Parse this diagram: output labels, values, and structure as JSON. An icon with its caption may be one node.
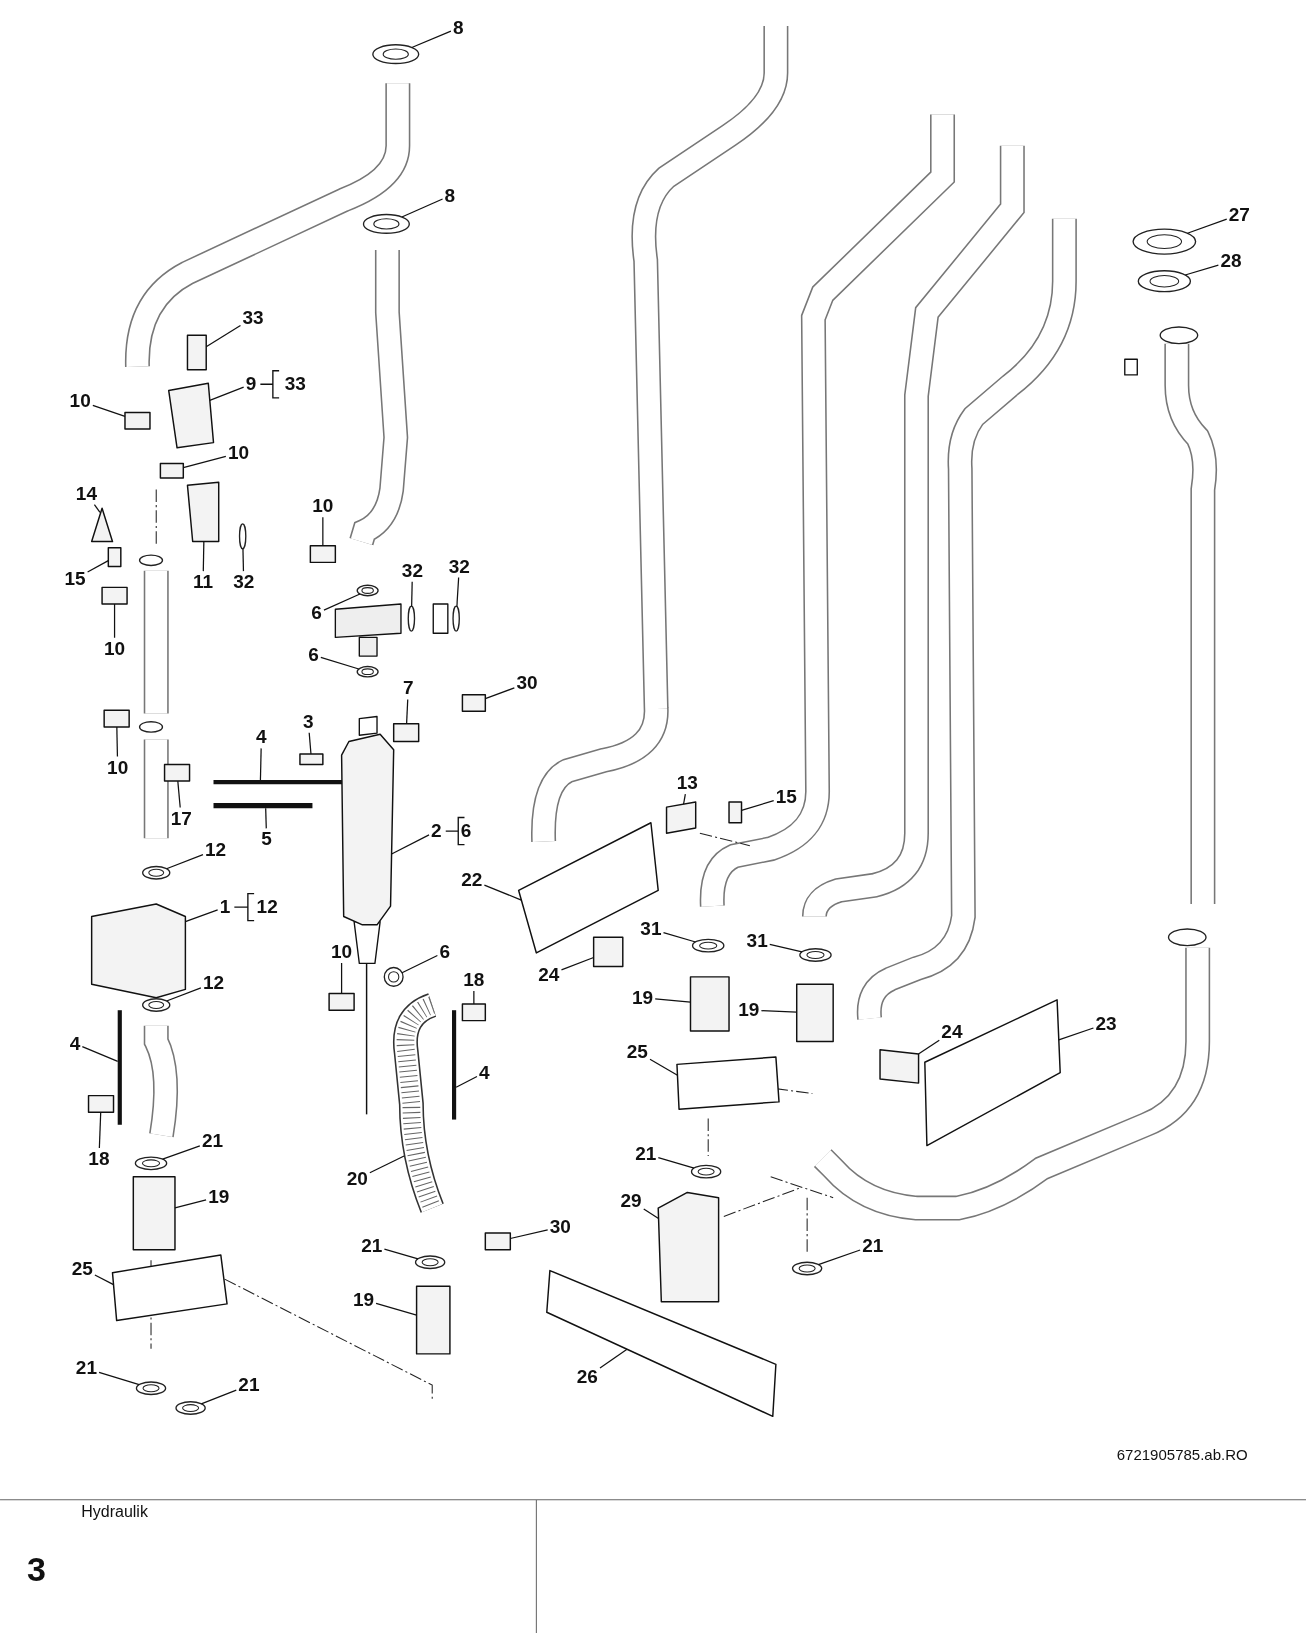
{
  "diagram": {
    "nodes": [
      {
        "text": [
          "8"
        ]
      },
      {
        "text": [
          "8"
        ]
      },
      {
        "text": [
          "33"
        ]
      },
      {
        "text": [
          "9"
        ],
        "beside": [
          "33"
        ]
      },
      {
        "text": [
          "10"
        ]
      },
      {
        "text": [
          "10"
        ]
      },
      {
        "text": [
          "14"
        ]
      },
      {
        "text": [
          "15"
        ]
      },
      {
        "text": [
          "11"
        ]
      },
      {
        "text": [
          "32"
        ]
      },
      {
        "text": [
          "10"
        ]
      },
      {
        "text": [
          "32"
        ]
      },
      {
        "text": [
          "32"
        ]
      },
      {
        "text": [
          "6"
        ]
      },
      {
        "text": [
          "10"
        ]
      },
      {
        "text": [
          "6"
        ]
      },
      {
        "text": [
          "30"
        ]
      },
      {
        "text": [
          "7"
        ]
      },
      {
        "text": [
          "4"
        ]
      },
      {
        "text": [
          "3"
        ]
      },
      {
        "text": [
          "10"
        ]
      },
      {
        "text": [
          "17"
        ]
      },
      {
        "text": [
          "5"
        ]
      },
      {
        "text": [
          "2"
        ],
        "beside": [
          "6"
        ]
      },
      {
        "text": [
          "12"
        ]
      },
      {
        "text": [
          "1"
        ],
        "beside": [
          "12"
        ]
      },
      {
        "text": [
          "12"
        ]
      },
      {
        "text": [
          "10"
        ]
      },
      {
        "text": [
          "6"
        ]
      },
      {
        "text": [
          "18"
        ]
      },
      {
        "text": [
          "4"
        ]
      },
      {
        "text": [
          "4"
        ]
      },
      {
        "text": [
          "18"
        ]
      },
      {
        "text": [
          "21"
        ]
      },
      {
        "text": [
          "19"
        ]
      },
      {
        "text": [
          "20"
        ]
      },
      {
        "text": [
          "21"
        ]
      },
      {
        "text": [
          "30"
        ]
      },
      {
        "text": [
          "19"
        ]
      },
      {
        "text": [
          "25"
        ]
      },
      {
        "text": [
          "21"
        ]
      },
      {
        "text": [
          "21"
        ]
      },
      {
        "text": [
          "13"
        ]
      },
      {
        "text": [
          "15"
        ]
      },
      {
        "text": [
          "22"
        ]
      },
      {
        "text": [
          "31"
        ]
      },
      {
        "text": [
          "31"
        ]
      },
      {
        "text": [
          "24"
        ]
      },
      {
        "text": [
          "19"
        ]
      },
      {
        "text": [
          "19"
        ]
      },
      {
        "text": [
          "25"
        ]
      },
      {
        "text": [
          "24"
        ]
      },
      {
        "text": [
          "23"
        ]
      },
      {
        "text": [
          "21"
        ]
      },
      {
        "text": [
          "29"
        ]
      },
      {
        "text": [
          "21"
        ]
      },
      {
        "text": [
          "26"
        ]
      },
      {
        "text": [
          "27"
        ]
      },
      {
        "text": [
          "28"
        ]
      },
      {
        "text": [],
        "shape": "ring"
      },
      {
        "text": [],
        "shape": "ring"
      },
      {
        "text": [],
        "shape": "box"
      },
      {
        "text": [],
        "shape": "box"
      },
      {
        "text": [],
        "shape": "box"
      },
      {
        "text": [],
        "shape": "box"
      },
      {
        "text": [],
        "shape": "box"
      },
      {
        "text": [],
        "shape": "box"
      },
      {
        "text": [],
        "shape": "box"
      },
      {
        "text": [],
        "shape": "ring"
      },
      {
        "text": [],
        "shape": "box"
      },
      {
        "text": [],
        "shape": "ring"
      },
      {
        "text": [],
        "shape": "ring"
      },
      {
        "text": [],
        "shape": "ring"
      },
      {
        "text": [],
        "shape": "box"
      },
      {
        "text": [],
        "shape": "ring"
      },
      {
        "text": [],
        "shape": "box"
      },
      {
        "text": [],
        "shape": "box"
      },
      {
        "text": [],
        "shape": "bar"
      },
      {
        "text": [],
        "shape": "box"
      },
      {
        "text": [],
        "shape": "box"
      },
      {
        "text": [],
        "shape": "box"
      },
      {
        "text": [],
        "shape": "bar"
      },
      {
        "text": [],
        "shape": "box"
      },
      {
        "text": [],
        "shape": "ring"
      },
      {
        "text": [],
        "shape": "box"
      },
      {
        "text": [],
        "shape": "ring"
      },
      {
        "text": [],
        "shape": "box"
      },
      {
        "text": [],
        "shape": "ring"
      },
      {
        "text": [],
        "shape": "box"
      },
      {
        "text": [],
        "shape": "bar"
      },
      {
        "text": [],
        "shape": "bar"
      },
      {
        "text": [],
        "shape": "box"
      },
      {
        "text": [],
        "shape": "ring"
      },
      {
        "text": [],
        "shape": "box"
      },
      {
        "text": [],
        "shape": "hose"
      },
      {
        "text": [],
        "shape": "ring"
      },
      {
        "text": [],
        "shape": "box"
      },
      {
        "text": [],
        "shape": "box"
      },
      {
        "text": [],
        "shape": "plate"
      },
      {
        "text": [],
        "shape": "ring"
      },
      {
        "text": [],
        "shape": "ring"
      },
      {
        "text": [],
        "shape": "box"
      },
      {
        "text": [],
        "shape": "box"
      },
      {
        "text": [],
        "shape": "plate"
      },
      {
        "text": [],
        "shape": "ring"
      },
      {
        "text": [],
        "shape": "ring"
      },
      {
        "text": [],
        "shape": "box"
      },
      {
        "text": [],
        "shape": "box"
      },
      {
        "text": [],
        "shape": "box"
      },
      {
        "text": [],
        "shape": "plate"
      },
      {
        "text": [],
        "shape": "box"
      },
      {
        "text": [],
        "shape": "plate"
      },
      {
        "text": [],
        "shape": "ring"
      },
      {
        "text": [],
        "shape": "box"
      },
      {
        "text": [],
        "shape": "ring"
      },
      {
        "text": [],
        "shape": "plate"
      },
      {
        "text": [],
        "shape": "ring"
      },
      {
        "text": [],
        "shape": "ring"
      }
    ],
    "edges": [
      {
        "from": 0,
        "to": 59,
        "arrow": "none"
      },
      {
        "from": 1,
        "to": 60,
        "arrow": "none"
      },
      {
        "from": 2,
        "to": 61,
        "arrow": "none"
      },
      {
        "from": 3,
        "to": 62,
        "arrow": "none"
      },
      {
        "from": 4,
        "to": 63,
        "arrow": "none"
      },
      {
        "from": 5,
        "to": 64,
        "arrow": "none"
      },
      {
        "from": 6,
        "to": 65,
        "arrow": "none"
      },
      {
        "from": 7,
        "to": 66,
        "arrow": "none"
      },
      {
        "from": 8,
        "to": 67,
        "arrow": "none"
      },
      {
        "from": 9,
        "to": 68,
        "arrow": "none"
      },
      {
        "from": 10,
        "to": 69,
        "arrow": "none"
      },
      {
        "from": 11,
        "to": 70,
        "arrow": "none"
      },
      {
        "from": 12,
        "to": 71,
        "arrow": "none"
      },
      {
        "from": 13,
        "to": 72,
        "arrow": "none"
      },
      {
        "from": 14,
        "to": 73,
        "arrow": "none"
      },
      {
        "from": 15,
        "to": 74,
        "arrow": "none"
      },
      {
        "from": 16,
        "to": 75,
        "arrow": "none"
      },
      {
        "from": 17,
        "to": 76,
        "arrow": "none"
      },
      {
        "from": 18,
        "to": 77,
        "arrow": "none"
      },
      {
        "from": 19,
        "to": 78,
        "arrow": "none"
      },
      {
        "from": 20,
        "to": 79,
        "arrow": "none"
      },
      {
        "from": 21,
        "to": 80,
        "arrow": "none"
      },
      {
        "from": 22,
        "to": 81,
        "arrow": "none"
      },
      {
        "from": 23,
        "to": 82,
        "arrow": "none"
      },
      {
        "from": 24,
        "to": 83,
        "arrow": "none"
      },
      {
        "from": 25,
        "to": 84,
        "arrow": "none"
      },
      {
        "from": 26,
        "to": 85,
        "arrow": "none"
      },
      {
        "from": 27,
        "to": 86,
        "arrow": "none"
      },
      {
        "from": 28,
        "to": 87,
        "arrow": "none"
      },
      {
        "from": 29,
        "to": 88,
        "arrow": "none"
      },
      {
        "from": 30,
        "to": 89,
        "arrow": "none"
      },
      {
        "from": 31,
        "to": 90,
        "arrow": "none"
      },
      {
        "from": 32,
        "to": 91,
        "arrow": "none"
      },
      {
        "from": 33,
        "to": 92,
        "arrow": "none"
      },
      {
        "from": 34,
        "to": 93,
        "arrow": "none"
      },
      {
        "from": 35,
        "to": 94,
        "arrow": "none"
      },
      {
        "from": 36,
        "to": 95,
        "arrow": "none"
      },
      {
        "from": 37,
        "to": 96,
        "arrow": "none"
      },
      {
        "from": 38,
        "to": 97,
        "arrow": "none"
      },
      {
        "from": 39,
        "to": 98,
        "arrow": "none"
      },
      {
        "from": 40,
        "to": 99,
        "arrow": "none"
      },
      {
        "from": 41,
        "to": 100,
        "arrow": "none"
      },
      {
        "from": 42,
        "to": 101,
        "arrow": "none"
      },
      {
        "from": 43,
        "to": 102,
        "arrow": "none"
      },
      {
        "from": 44,
        "to": 103,
        "arrow": "none"
      },
      {
        "from": 45,
        "to": 104,
        "arrow": "none"
      },
      {
        "from": 46,
        "to": 105,
        "arrow": "none"
      },
      {
        "from": 47,
        "to": 106,
        "arrow": "none"
      },
      {
        "from": 48,
        "to": 107,
        "arrow": "none"
      },
      {
        "from": 49,
        "to": 108,
        "arrow": "none"
      },
      {
        "from": 50,
        "to": 109,
        "arrow": "none"
      },
      {
        "from": 51,
        "to": 110,
        "arrow": "none"
      },
      {
        "from": 52,
        "to": 111,
        "arrow": "none"
      },
      {
        "from": 53,
        "to": 112,
        "arrow": "none"
      },
      {
        "from": 54,
        "to": 113,
        "arrow": "none"
      },
      {
        "from": 55,
        "to": 114,
        "arrow": "none"
      },
      {
        "from": 56,
        "to": 115,
        "arrow": "none"
      },
      {
        "from": 57,
        "to": 116,
        "arrow": "none"
      },
      {
        "from": 58,
        "to": 117,
        "arrow": "none"
      }
    ],
    "labels": [
      "6721905785.ab.RO",
      "Hydraulik",
      "3"
    ]
  }
}
